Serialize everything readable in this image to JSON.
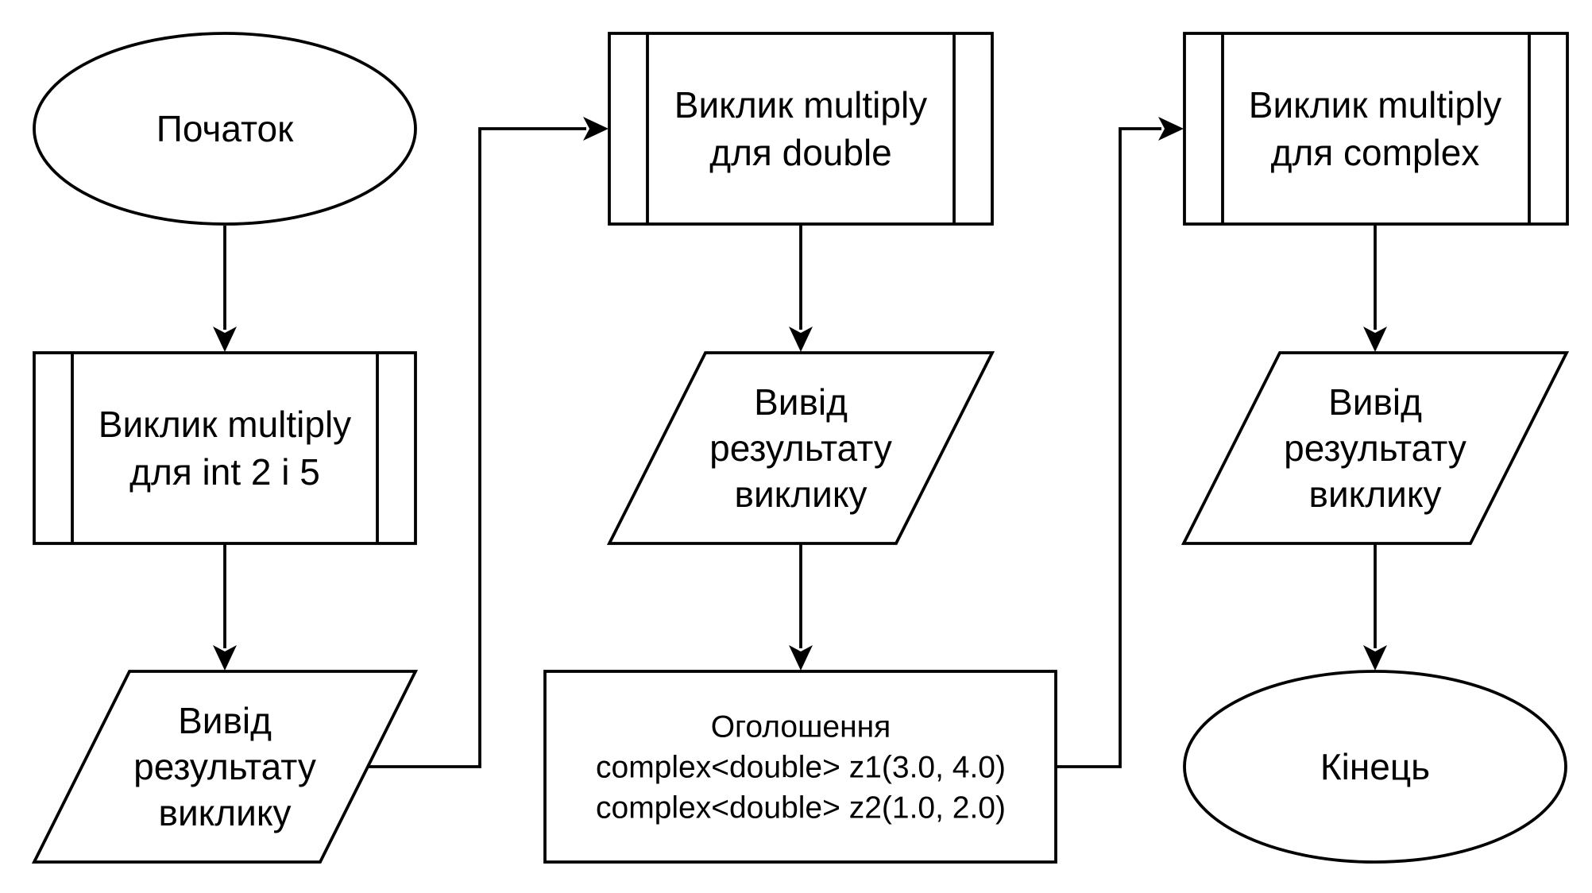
{
  "diagram": {
    "start": {
      "label": "Початок"
    },
    "call_int": {
      "lines": [
        "Виклик multiply",
        "для int 2 і 5"
      ]
    },
    "output_int": {
      "lines": [
        "Вивід",
        "результату",
        "виклику"
      ]
    },
    "call_double": {
      "lines": [
        "Виклик multiply",
        "для double"
      ]
    },
    "output_double": {
      "lines": [
        "Вивід",
        "результату",
        "виклику"
      ]
    },
    "declare_complex": {
      "lines": [
        "Оголошення",
        "complex<double> z1(3.0, 4.0)",
        "complex<double> z2(1.0, 2.0)"
      ]
    },
    "call_complex": {
      "lines": [
        "Виклик multiply",
        "для complex"
      ]
    },
    "output_complex": {
      "lines": [
        "Вивід",
        "результату",
        "виклику"
      ]
    },
    "end": {
      "label": "Кінець"
    }
  }
}
